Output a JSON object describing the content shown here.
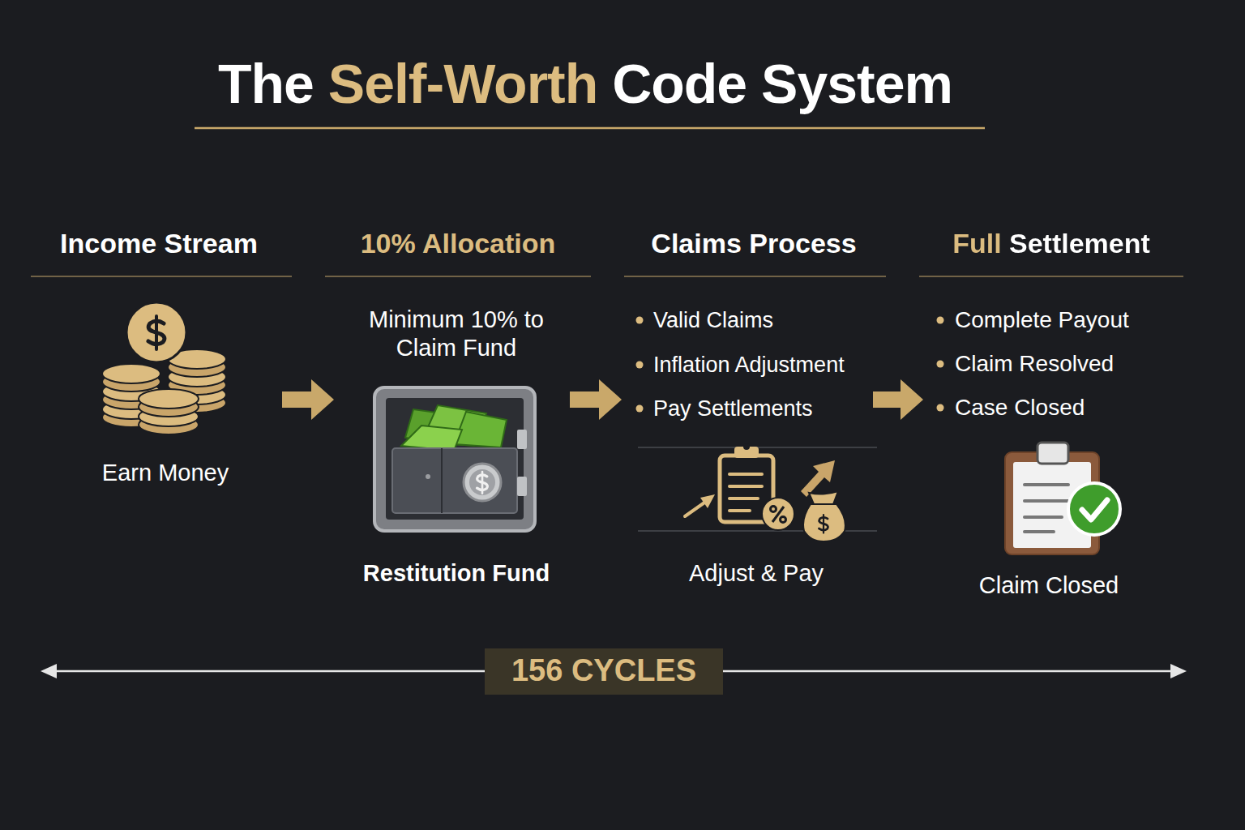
{
  "diagram": {
    "title": "The Self-Worth Code System",
    "nodes": [
      {
        "text": [
          "Income Stream",
          "Earn Money"
        ]
      },
      {
        "text": [
          "10% Allocation",
          "Minimum 10% to Claim Fund",
          "Restitution Fund"
        ]
      },
      {
        "text": [
          "Claims Process",
          "Valid Claims",
          "Inflation Adjustment",
          "Pay Settlements",
          "Adjust & Pay"
        ]
      },
      {
        "text": [
          "Full Settlement",
          "Complete Payout",
          "Claim Resolved",
          "Case Closed",
          "Claim Closed"
        ]
      },
      {
        "text": [
          "156 CYCLES"
        ]
      }
    ],
    "edges": [
      {
        "from": 0,
        "to": 1,
        "arrow": "to"
      },
      {
        "from": 1,
        "to": 2,
        "arrow": "to"
      },
      {
        "from": 2,
        "to": 3,
        "arrow": "to"
      }
    ]
  }
}
